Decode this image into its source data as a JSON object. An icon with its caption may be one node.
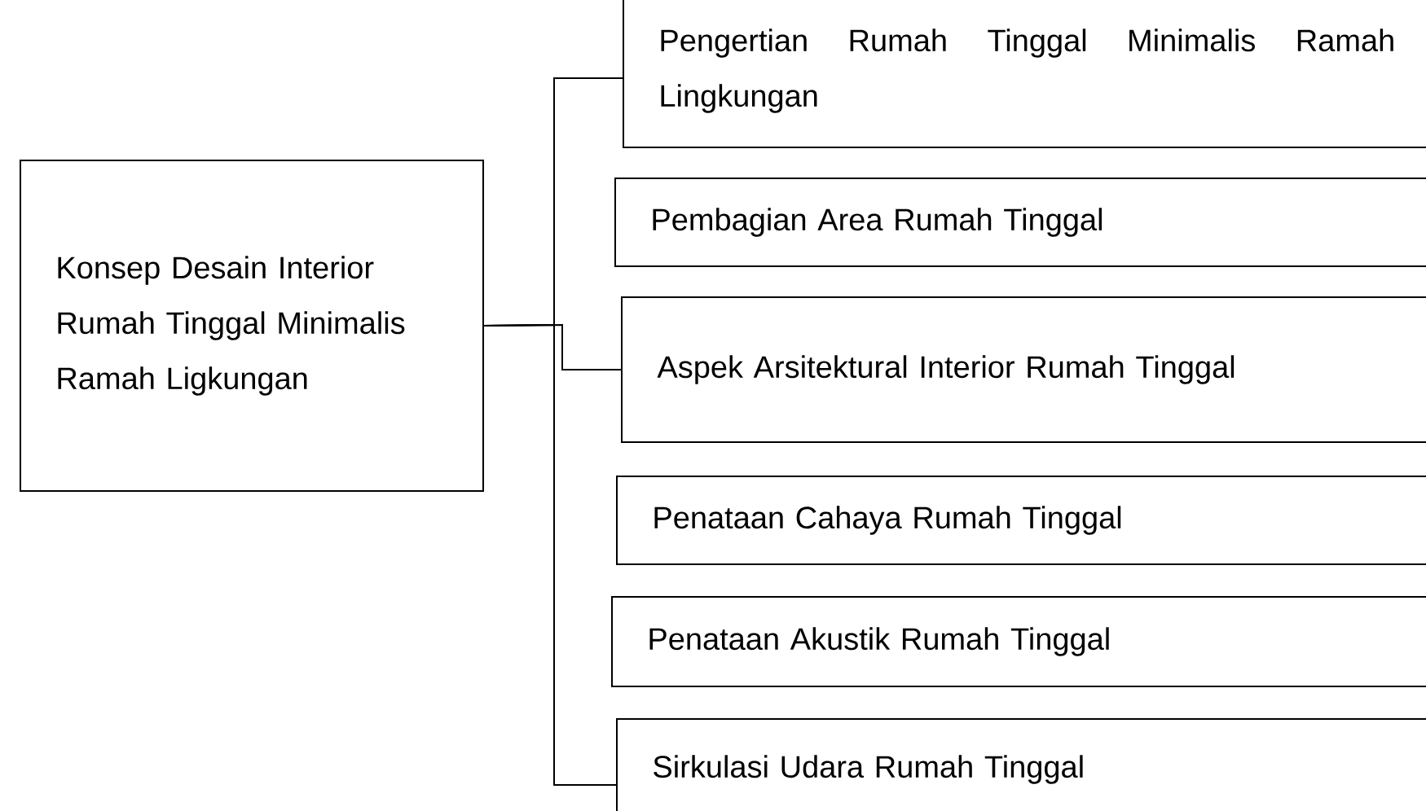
{
  "diagram": {
    "nodes": [
      {
        "text": [
          "Konsep Desain Interior Rumah Tinggal Minimalis Ramah Ligkungan"
        ]
      },
      {
        "text": [
          "Pengertian Rumah Tinggal Minimalis Ramah Lingkungan"
        ]
      },
      {
        "text": [
          "Pembagian Area Rumah Tinggal"
        ]
      },
      {
        "text": [
          "Aspek Arsitektural Interior Rumah Tinggal"
        ]
      },
      {
        "text": [
          "Penataan Cahaya Rumah Tinggal"
        ]
      },
      {
        "text": [
          "Penataan Akustik Rumah Tinggal"
        ]
      },
      {
        "text": [
          "Sirkulasi Udara Rumah Tinggal"
        ]
      }
    ],
    "edges": [
      {
        "from": 0,
        "to": 1,
        "arrow": "none"
      },
      {
        "from": 0,
        "to": 3,
        "arrow": "none"
      },
      {
        "from": 0,
        "to": 6,
        "arrow": "none"
      }
    ]
  }
}
